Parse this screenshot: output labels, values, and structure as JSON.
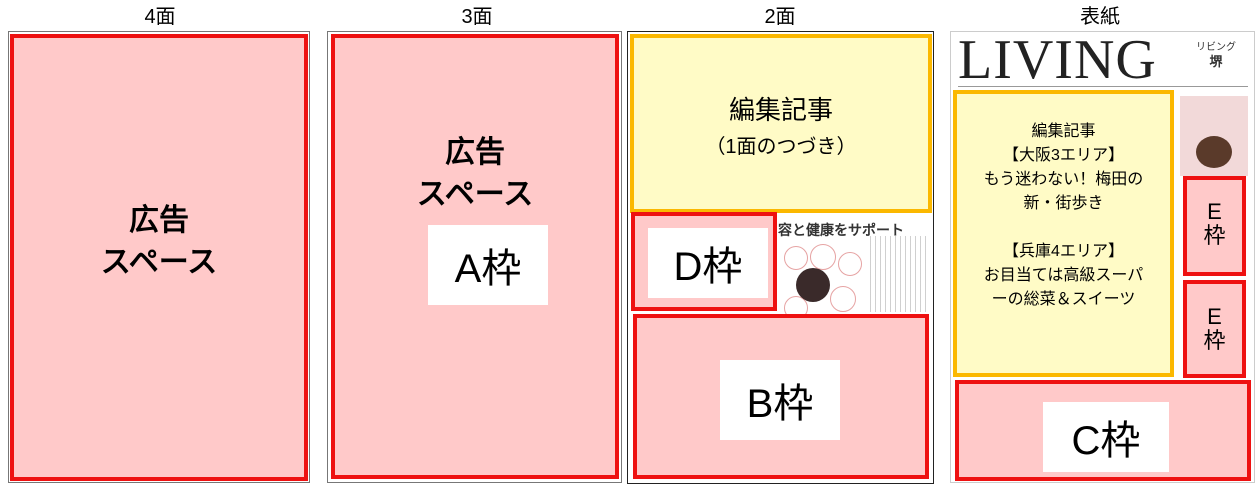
{
  "page_labels": {
    "page4": "4面",
    "page3": "3面",
    "page2": "2面",
    "cover": "表紙"
  },
  "page4": {
    "ad_line1": "広告",
    "ad_line2": "スペース"
  },
  "page3": {
    "ad_line1": "広告",
    "ad_line2": "スペース",
    "frame_label": "A枠"
  },
  "page2": {
    "article_line1": "編集記事",
    "article_line2": "（1面のつづき）",
    "background_headline": "容と健康をサポート",
    "frame_d_label": "D枠",
    "frame_b_label": "B枠"
  },
  "cover": {
    "logo": "LIVING",
    "logo_side_line1": "リビング",
    "logo_side_line2": "堺",
    "article_lines": [
      "編集記事",
      "【大阪3エリア】",
      "もう迷わない！梅田の",
      "新・街歩き",
      "",
      "【兵庫4エリア】",
      "お目当ては高級スーパ",
      "ーの総菜＆スイーツ"
    ],
    "frame_e_label_1": "E",
    "frame_e_label_2": "枠",
    "frame_c_label": "C枠"
  },
  "colors": {
    "ad_fill": "#ffc9c9",
    "ad_border": "#ee1111",
    "article_fill": "#fffbc6",
    "article_border": "#fbb800"
  }
}
